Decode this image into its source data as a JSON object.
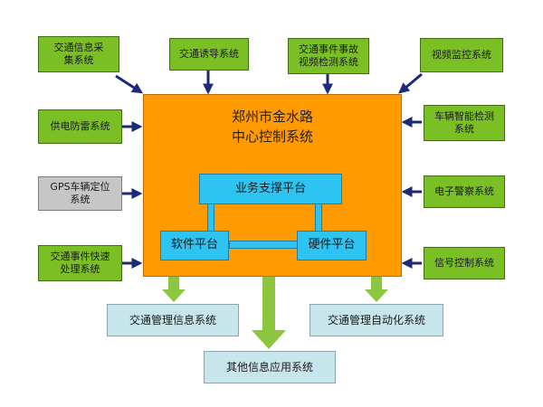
{
  "center": {
    "title": "郑州市金水路\n中心控制系统",
    "platform_business": "业务支撑平台",
    "platform_software": "软件平台",
    "platform_hardware": "硬件平台"
  },
  "top": [
    "交通信息采\n集系统",
    "交通诱导系统",
    "交通事件事故\n视频检测系统",
    "视频监控系统"
  ],
  "left": [
    "供电防雷系统",
    "GPS车辆定位\n系统",
    "交通事件快速\n处理系统"
  ],
  "right": [
    "车辆智能检测\n系统",
    "电子警察系统",
    "信号控制系统"
  ],
  "bottom": [
    "交通管理信息系统",
    "交通管理自动化系统",
    "其他信息应用系统"
  ],
  "colors": {
    "input_box": "#7ac025",
    "gps_box": "#c6c6c6",
    "center": "#ff9a00",
    "platform": "#2ec4f2",
    "output_box": "#c7e6ec",
    "input_arrow": "#1c2a7a",
    "output_arrow": "#8cc63f"
  }
}
